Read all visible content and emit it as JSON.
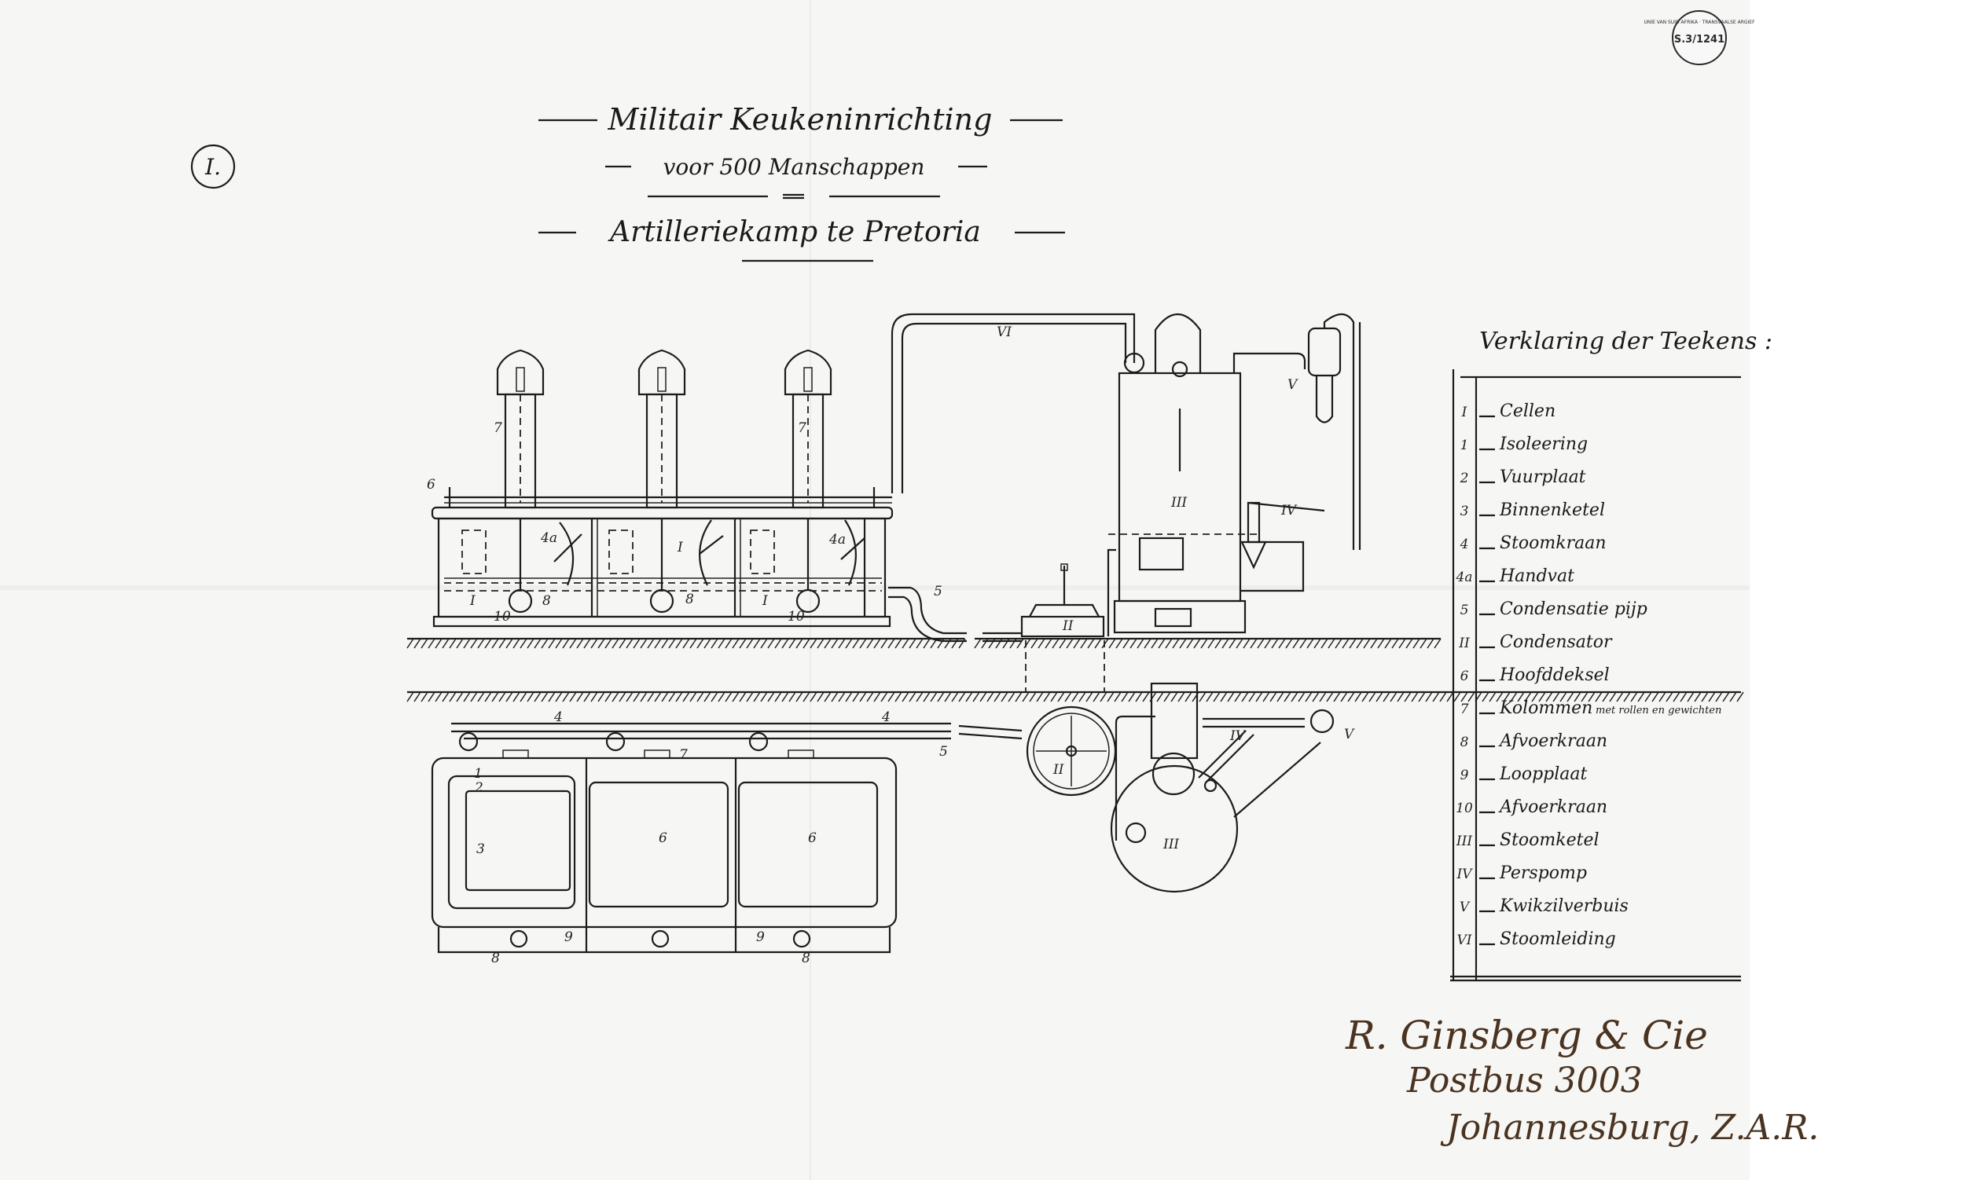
{
  "sheet_number": "I.",
  "title": {
    "line1": "Militair Keukeninrichting",
    "line2": "voor 500 Manschappen",
    "line3": "Artilleriekamp te Pretoria"
  },
  "legend": {
    "heading": "Verklaring der Teekens :",
    "entries": [
      {
        "symbol": "I",
        "label": "Cellen"
      },
      {
        "symbol": "1",
        "label": "Isoleering"
      },
      {
        "symbol": "2",
        "label": "Vuurplaat"
      },
      {
        "symbol": "3",
        "label": "Binnenketel"
      },
      {
        "symbol": "4",
        "label": "Stoomkraan"
      },
      {
        "symbol": "4a",
        "label": "Handvat"
      },
      {
        "symbol": "5",
        "label": "Condensatie pijp"
      },
      {
        "symbol": "II",
        "label": "Condensator"
      },
      {
        "symbol": "6",
        "label": "Hoofddeksel"
      },
      {
        "symbol": "7",
        "label": "Kolommen",
        "note": "met rollen en gewichten"
      },
      {
        "symbol": "8",
        "label": "Afvoerkraan"
      },
      {
        "symbol": "9",
        "label": "Loopplaat"
      },
      {
        "symbol": "10",
        "label": "Afvoerkraan"
      },
      {
        "symbol": "III",
        "label": "Stoomketel"
      },
      {
        "symbol": "IV",
        "label": "Perspomp"
      },
      {
        "symbol": "V",
        "label": "Kwikzilverbuis"
      },
      {
        "symbol": "VI",
        "label": "Stoomleiding"
      }
    ]
  },
  "drawing": {
    "elevation_labels": [
      "7",
      "7",
      "6",
      "4a",
      "4a",
      "I",
      "I",
      "I",
      "8",
      "8",
      "10",
      "10",
      "5",
      "VI",
      "III",
      "IV",
      "V",
      "II"
    ],
    "plan_labels": [
      "4",
      "4",
      "1",
      "2",
      "3",
      "6",
      "6",
      "9",
      "9",
      "8",
      "8",
      "7",
      "5",
      "II",
      "III",
      "IV",
      "V"
    ]
  },
  "signature": {
    "line1": "R. Ginsberg & Cie",
    "line2": "Postbus 3003",
    "line3": "Johannesburg, Z.A.R."
  },
  "stamp": {
    "ring_text": "UNIE VAN SUID AFRIKA · TRANSVAALSE ARGIEF",
    "reference": "S.3/1241"
  },
  "colors": {
    "paper": "#f6f6f4",
    "ink": "#1c1c1c",
    "signature_ink": "#4a3320",
    "stamp_ink": "#2a2a2a"
  }
}
